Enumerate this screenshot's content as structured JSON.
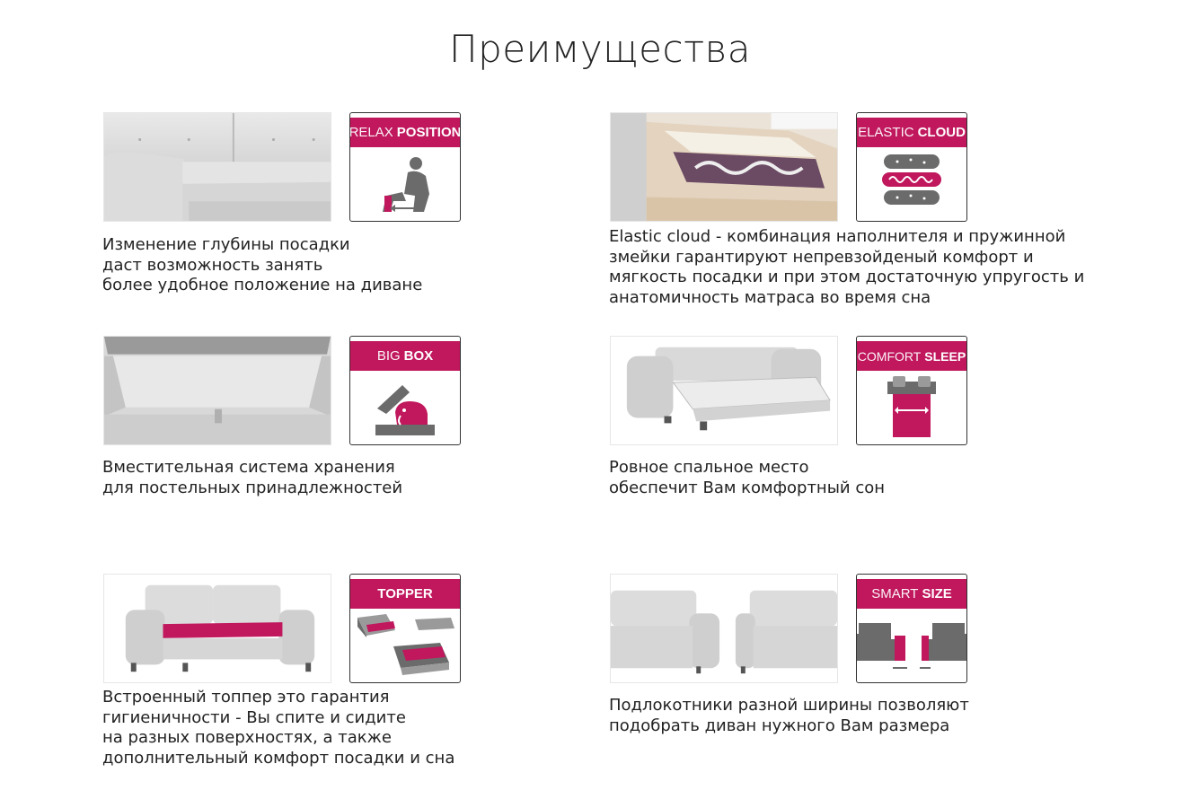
{
  "page": {
    "title": "Преимущества"
  },
  "colors": {
    "accent": "#c0175d",
    "icon_gray": "#6b6b6b",
    "text": "#222222"
  },
  "features": [
    {
      "id": "relax-position",
      "badge": {
        "light": "RELAX",
        "bold": "POSITION"
      },
      "icon": "reclining-person-icon",
      "photo": "sofa-seat-depth-photo",
      "lines": [
        "Изменение глубины посадки",
        "даст возможность занять",
        "более удобное положение на диване"
      ]
    },
    {
      "id": "elastic-cloud",
      "badge": {
        "light": "ELASTIC",
        "bold": "CLOUD"
      },
      "icon": "layered-mattress-icon",
      "photo": "mattress-cross-section-photo",
      "lines": [
        "Elastic cloud - комбинация наполнителя и пружинной",
        "змейки гарантируют непревзойденый комфорт и",
        "мягкость посадки и при этом достаточную упругость и",
        "анатомичность матраса во время сна"
      ]
    },
    {
      "id": "big-box",
      "badge": {
        "light": "BIG",
        "bold": "BOX"
      },
      "icon": "storage-box-elephant-icon",
      "photo": "storage-compartment-photo",
      "lines": [
        "Вместительная система хранения",
        "для постельных принадлежностей"
      ]
    },
    {
      "id": "comfort-sleep",
      "badge": {
        "light": "COMFORT",
        "bold": "SLEEP"
      },
      "icon": "bed-top-view-icon",
      "photo": "unfolded-sofa-bed-photo",
      "lines": [
        "Ровное спальное место",
        "обеспечит Вам комфортный сон"
      ]
    },
    {
      "id": "topper",
      "badge": {
        "light": "",
        "bold": "TOPPER"
      },
      "icon": "sofa-topper-icon",
      "photo": "sofa-with-topper-photo",
      "lines": [
        "Встроенный топпер это гарантия",
        "гигиеничности - Вы спите и сидите",
        "на разных поверхностях, а также",
        "дополнительный комфорт посадки и сна"
      ]
    },
    {
      "id": "smart-size",
      "badge": {
        "light": "SMART",
        "bold": "SIZE"
      },
      "icon": "armrest-width-icon",
      "photo": "armrest-variants-photo",
      "lines": [
        "Подлокотники разной ширины позволяют",
        "подобрать диван нужного Вам размера"
      ]
    }
  ]
}
